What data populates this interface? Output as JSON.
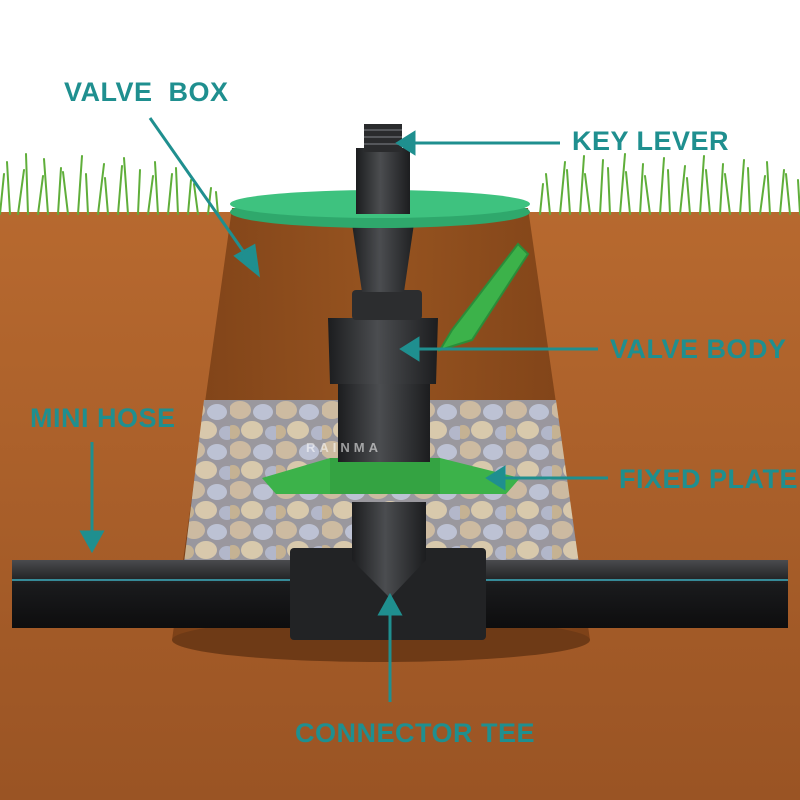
{
  "colors": {
    "label": "#1f8f8f",
    "arrow": "#1f8f8f",
    "soil": "#a85f2a",
    "grass": "#5fae3a",
    "lid": "#3ec27f",
    "plastic_dark": "#2a2b2d",
    "plate_green": "#3cb24a"
  },
  "labels": {
    "valve_box": "VALVE  BOX",
    "key_lever": "KEY LEVER",
    "valve_body": "VALVE BODY",
    "mini_hose": "MINI HOSE",
    "fixed_plate": "FIXED PLATE",
    "connector_tee": "CONNECTOR TEE"
  },
  "watermark": "RAINMA"
}
